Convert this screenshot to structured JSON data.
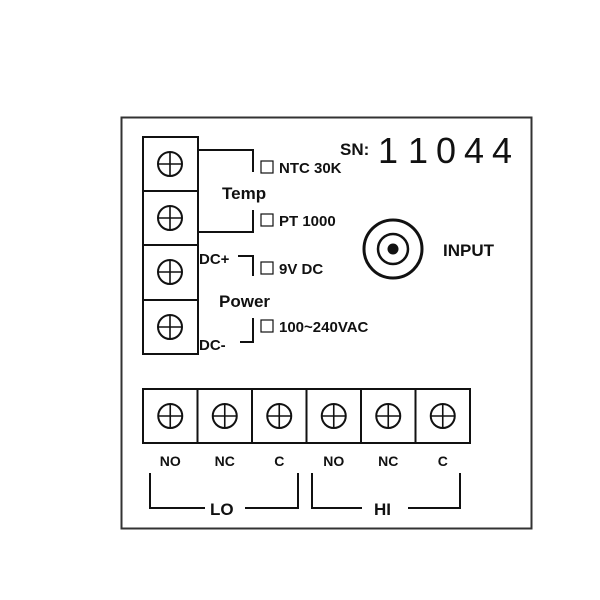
{
  "serial": {
    "prefix": "SN:",
    "digits": [
      "1",
      "1",
      "0",
      "4",
      "4"
    ]
  },
  "temp_group": {
    "label": "Temp",
    "options": [
      {
        "label": "NTC 30K",
        "checked": false
      },
      {
        "label": "PT 1000",
        "checked": false
      }
    ]
  },
  "power_group": {
    "label": "Power",
    "dc_plus": "DC+",
    "dc_minus": "DC-",
    "options": [
      {
        "label": "9V DC",
        "checked": false
      },
      {
        "label": "100~240VAC",
        "checked": false
      }
    ]
  },
  "input": {
    "label": "INPUT",
    "icon": "coaxial-connector-icon"
  },
  "relay_terminals": [
    "NO",
    "NC",
    "C",
    "NO",
    "NC",
    "C"
  ],
  "relay_groups": [
    {
      "label": "LO"
    },
    {
      "label": "HI"
    }
  ],
  "colors": {
    "line": "#111111",
    "frame": "#333333",
    "background": "#ffffff"
  }
}
